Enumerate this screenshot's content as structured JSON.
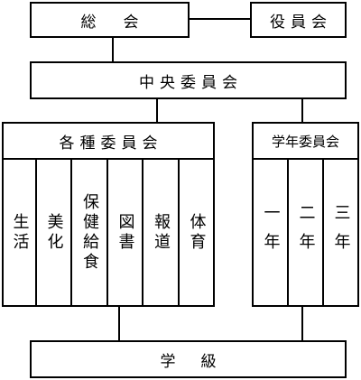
{
  "top": {
    "soukai": "総会",
    "yakuinkai": "役員会"
  },
  "middle": {
    "chuo": "中央委員会"
  },
  "left_group": {
    "title": "各種委員会",
    "columns": [
      "生活",
      "美化",
      "保健給食",
      "図書",
      "報道",
      "体育"
    ]
  },
  "right_group": {
    "title": "学年委員会",
    "columns": [
      "一年",
      "二年",
      "三年"
    ]
  },
  "bottom": {
    "gakkyu": "学級"
  }
}
